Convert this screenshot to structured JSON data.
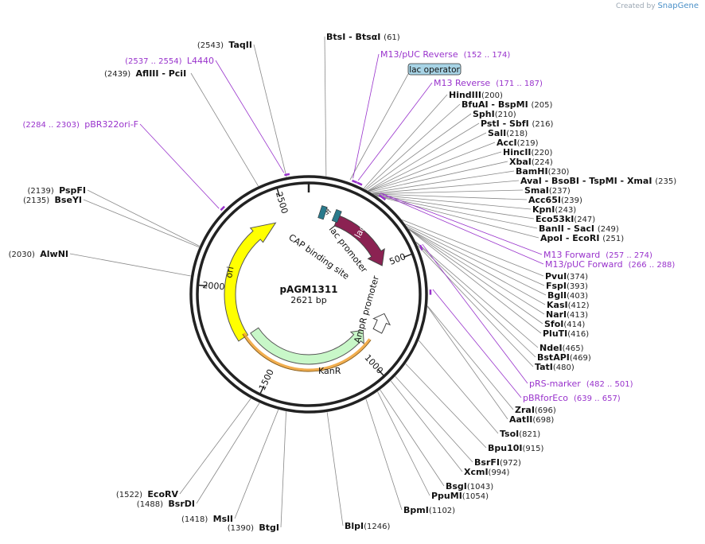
{
  "credit": {
    "created_by": "Created by",
    "brand": "SnapGene"
  },
  "plasmid": {
    "name": "pAGM1311",
    "size_label": "2621 bp"
  },
  "ticks": [
    "500",
    "1000",
    "1500",
    "2000",
    "2500"
  ],
  "enzymes": [
    {
      "name": "BtsI",
      "suffix": "- BtsαI",
      "pos": "(61)"
    },
    {
      "name": "HindIII",
      "suffix": "",
      "pos": "(200)"
    },
    {
      "name": "BfuAI",
      "suffix": "- BspMI",
      "pos": "(205)"
    },
    {
      "name": "SphI",
      "suffix": "",
      "pos": "(210)"
    },
    {
      "name": "PstI",
      "suffix": "- SbfI",
      "pos": "(216)"
    },
    {
      "name": "SalI",
      "suffix": "",
      "pos": "(218)"
    },
    {
      "name": "AccI",
      "suffix": "",
      "pos": "(219)"
    },
    {
      "name": "HincII",
      "suffix": "",
      "pos": "(220)"
    },
    {
      "name": "XbaI",
      "suffix": "",
      "pos": "(224)"
    },
    {
      "name": "BamHI",
      "suffix": "",
      "pos": "(230)"
    },
    {
      "name": "AvaI",
      "suffix": "- BsoBI - TspMI - XmaI",
      "pos": "(235)"
    },
    {
      "name": "SmaI",
      "suffix": "",
      "pos": "(237)"
    },
    {
      "name": "Acc65I",
      "suffix": "",
      "pos": "(239)"
    },
    {
      "name": "KpnI",
      "suffix": "",
      "pos": "(243)"
    },
    {
      "name": "Eco53kI",
      "suffix": "",
      "pos": "(247)"
    },
    {
      "name": "BanII",
      "suffix": "- SacI",
      "pos": "(249)"
    },
    {
      "name": "ApoI",
      "suffix": "- EcoRI",
      "pos": "(251)"
    },
    {
      "name": "PvuI",
      "suffix": "",
      "pos": "(374)"
    },
    {
      "name": "FspI",
      "suffix": "",
      "pos": "(393)"
    },
    {
      "name": "BglI",
      "suffix": "",
      "pos": "(403)"
    },
    {
      "name": "KasI",
      "suffix": "",
      "pos": "(412)"
    },
    {
      "name": "NarI",
      "suffix": "",
      "pos": "(413)"
    },
    {
      "name": "SfoI",
      "suffix": "",
      "pos": "(414)"
    },
    {
      "name": "PluTI",
      "suffix": "",
      "pos": "(416)"
    },
    {
      "name": "NdeI",
      "suffix": "",
      "pos": "(465)"
    },
    {
      "name": "BstAPI",
      "suffix": "",
      "pos": "(469)"
    },
    {
      "name": "TatI",
      "suffix": "",
      "pos": "(480)"
    },
    {
      "name": "ZraI",
      "suffix": "",
      "pos": "(696)"
    },
    {
      "name": "AatII",
      "suffix": "",
      "pos": "(698)"
    },
    {
      "name": "TsoI",
      "suffix": "",
      "pos": "(821)"
    },
    {
      "name": "Bpu10I",
      "suffix": "",
      "pos": "(915)"
    },
    {
      "name": "BsrFI",
      "suffix": "",
      "pos": "(972)"
    },
    {
      "name": "XcmI",
      "suffix": "",
      "pos": "(994)"
    },
    {
      "name": "BsgI",
      "suffix": "",
      "pos": "(1043)"
    },
    {
      "name": "PpuMI",
      "suffix": "",
      "pos": "(1054)"
    },
    {
      "name": "BpmI",
      "suffix": "",
      "pos": "(1102)"
    },
    {
      "name": "BlpI",
      "suffix": "",
      "pos": "(1246)"
    },
    {
      "name": "BtgI",
      "suffix": "",
      "pos": "(1390)"
    },
    {
      "name": "MslI",
      "suffix": "",
      "pos": "(1418)"
    },
    {
      "name": "BsrDI",
      "suffix": "",
      "pos": "(1488)"
    },
    {
      "name": "EcoRV",
      "suffix": "",
      "pos": "(1522)"
    },
    {
      "name": "AlwNI",
      "suffix": "",
      "pos": "(2030)"
    },
    {
      "name": "BseYI",
      "suffix": "",
      "pos": "(2135)"
    },
    {
      "name": "PspFI",
      "suffix": "",
      "pos": "(2139)"
    },
    {
      "name": "AflIII",
      "suffix": "- PciI",
      "pos": "(2439)"
    },
    {
      "name": "TaqII",
      "suffix": "",
      "pos": "(2543)"
    }
  ],
  "primers": [
    {
      "name": "M13/pUC Reverse",
      "range": "(152 .. 174)"
    },
    {
      "name": "M13 Reverse",
      "range": "(171 .. 187)"
    },
    {
      "name": "M13 Forward",
      "range": "(257 .. 274)"
    },
    {
      "name": "M13/pUC Forward",
      "range": "(266 .. 288)"
    },
    {
      "name": "pRS-marker",
      "range": "(482 .. 501)"
    },
    {
      "name": "pBRforEco",
      "range": "(639 .. 657)"
    },
    {
      "name": "pBR322ori-F",
      "range": "(2284 .. 2303)"
    },
    {
      "name": "L4440",
      "range": "(2537 .. 2554)"
    }
  ],
  "features": {
    "lac_operator": "lac operator",
    "lacZa": "lacZα",
    "lac_promoter": "lac promoter",
    "cap_site": "CAP binding site",
    "ampr_promoter": "AmpR promoter",
    "kanr": "KanR",
    "ori": "ori"
  },
  "colors": {
    "enzyme_line": "#888888",
    "primer": "#9933cc",
    "lacZa": "#8b2252",
    "kanr": "#c8f7c8",
    "kanr_outline": "#f0a030",
    "ori": "#ffff00",
    "ampr_promoter": "#ffffff",
    "lac_elements": "#2a7a8c",
    "lac_operator_box": "#a8d4e6"
  }
}
